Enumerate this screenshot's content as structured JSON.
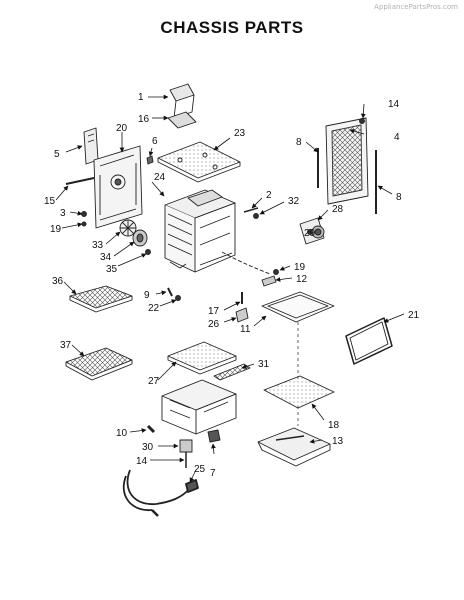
{
  "watermark": "AppliancePartsPros.com",
  "title": "CHASSIS PARTS",
  "callouts": [
    {
      "id": "c1",
      "text": "1"
    },
    {
      "id": "c2",
      "text": "2"
    },
    {
      "id": "c3",
      "text": "3"
    },
    {
      "id": "c4",
      "text": "4"
    },
    {
      "id": "c5",
      "text": "5"
    },
    {
      "id": "c6",
      "text": "6"
    },
    {
      "id": "c7",
      "text": "7"
    },
    {
      "id": "c8a",
      "text": "8"
    },
    {
      "id": "c8b",
      "text": "8"
    },
    {
      "id": "c9",
      "text": "9"
    },
    {
      "id": "c10",
      "text": "10"
    },
    {
      "id": "c11",
      "text": "11"
    },
    {
      "id": "c12",
      "text": "12"
    },
    {
      "id": "c13",
      "text": "13"
    },
    {
      "id": "c14a",
      "text": "14"
    },
    {
      "id": "c14b",
      "text": "14"
    },
    {
      "id": "c15",
      "text": "15"
    },
    {
      "id": "c16",
      "text": "16"
    },
    {
      "id": "c17",
      "text": "17"
    },
    {
      "id": "c18",
      "text": "18"
    },
    {
      "id": "c19a",
      "text": "19"
    },
    {
      "id": "c19b",
      "text": "19"
    },
    {
      "id": "c20",
      "text": "20"
    },
    {
      "id": "c21",
      "text": "21"
    },
    {
      "id": "c22",
      "text": "22"
    },
    {
      "id": "c23",
      "text": "23"
    },
    {
      "id": "c24",
      "text": "24"
    },
    {
      "id": "c25",
      "text": "25"
    },
    {
      "id": "c26",
      "text": "26"
    },
    {
      "id": "c27",
      "text": "27"
    },
    {
      "id": "c28",
      "text": "28"
    },
    {
      "id": "c29",
      "text": "29"
    },
    {
      "id": "c30",
      "text": "30"
    },
    {
      "id": "c31",
      "text": "31"
    },
    {
      "id": "c32",
      "text": "32"
    },
    {
      "id": "c33",
      "text": "33"
    },
    {
      "id": "c34",
      "text": "34"
    },
    {
      "id": "c35",
      "text": "35"
    },
    {
      "id": "c36",
      "text": "36"
    },
    {
      "id": "c37",
      "text": "37"
    }
  ]
}
